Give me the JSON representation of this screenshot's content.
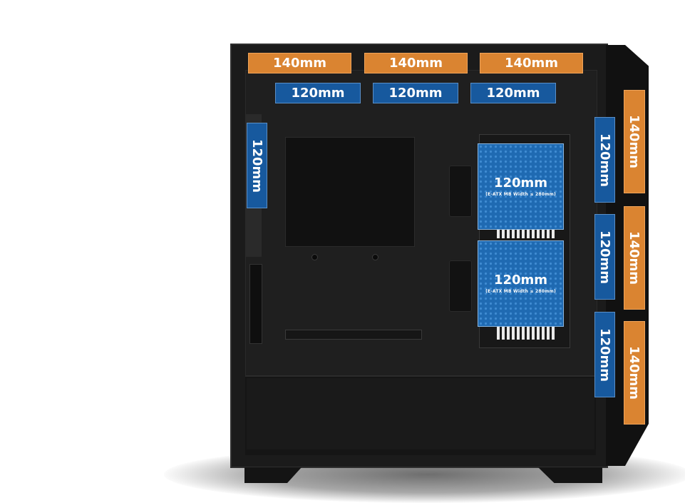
{
  "top_fans_140": [
    {
      "label": "140mm"
    },
    {
      "label": "140mm"
    },
    {
      "label": "140mm"
    }
  ],
  "top_fans_120": [
    {
      "label": "120mm"
    },
    {
      "label": "120mm"
    },
    {
      "label": "120mm"
    }
  ],
  "rear_fan": {
    "label": "120mm"
  },
  "inner_fans": [
    {
      "label": "120mm",
      "note": "(E-ATX MB Width ≤ 280mm)"
    },
    {
      "label": "120mm",
      "note": "(E-ATX MB Width ≤ 280mm)"
    }
  ],
  "front_fans_120": [
    {
      "label": "120mm"
    },
    {
      "label": "120mm"
    },
    {
      "label": "120mm"
    }
  ],
  "front_fans_140": [
    {
      "label": "140mm"
    },
    {
      "label": "140mm"
    },
    {
      "label": "140mm"
    }
  ],
  "colors": {
    "orange_140": "#da8431",
    "blue_120": "#17599e",
    "case": "#1b1b1b"
  }
}
